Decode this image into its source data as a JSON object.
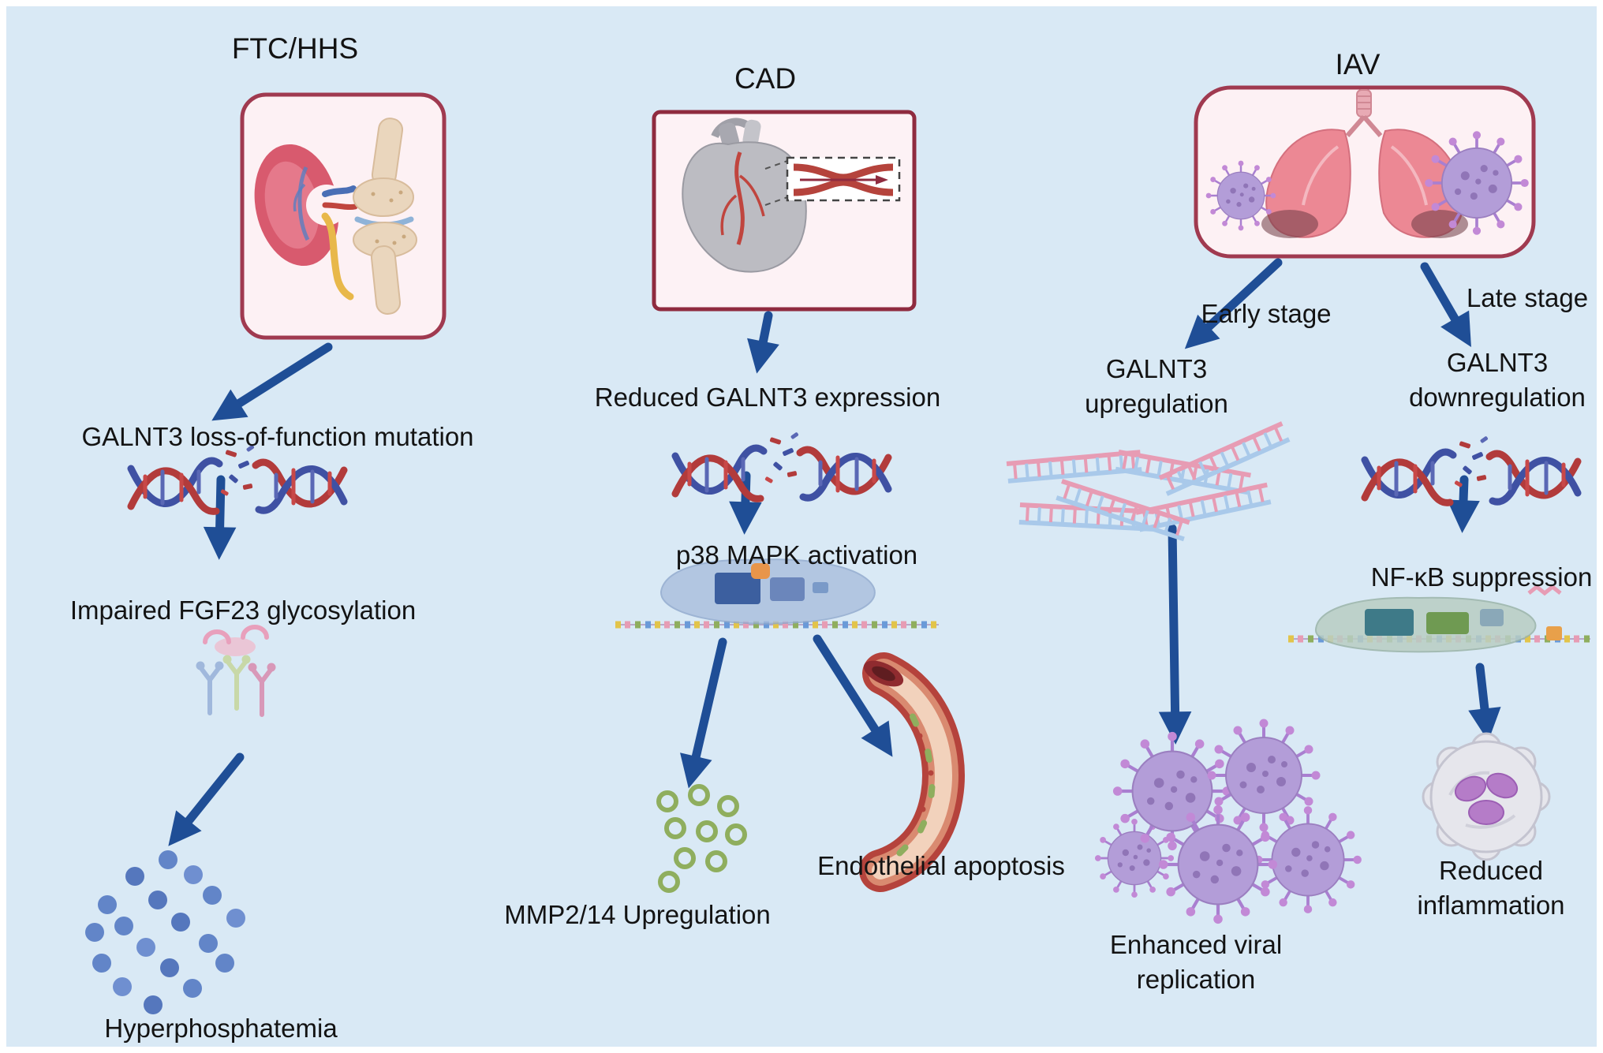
{
  "figure": {
    "background_color": "#d9e9f5",
    "arrow_color": "#1f4e96",
    "panel_border_color": "#9e3248",
    "panel_fill_color": "#fdf1f4"
  },
  "ftc": {
    "title": "FTC/HHS",
    "mutation": "GALNT3 loss-of-function mutation",
    "glycosylation": "Impaired FGF23 glycosylation",
    "outcome": "Hyperphosphatemia"
  },
  "cad": {
    "title": "CAD",
    "expression": "Reduced GALNT3 expression",
    "mapk": "p38 MAPK activation",
    "mmp": "MMP2/14 Upregulation",
    "apoptosis": "Endothelial apoptosis"
  },
  "iav": {
    "title": "IAV",
    "early": "Early stage",
    "late": "Late stage",
    "upregulation": "GALNT3 upregulation",
    "downregulation": "GALNT3 downregulation",
    "nfkb": "NF-κB suppression",
    "replication": "Enhanced viral replication",
    "inflammation": "Reduced inflammation"
  },
  "icons": {
    "kidney-joint-illustration": "kidney and bone joint",
    "heart-stenosis-illustration": "heart with narrowed vessel inset",
    "lungs-virus-illustration": "lungs with influenza virions",
    "broken-dna-icon": "fragmented double helix",
    "fgf23-protein-icon": "glycoprotein glyphs",
    "phosphate-dots-icon": "blue phosphate particles",
    "cell-membrane-icon": "cell with signaling proteins",
    "mmp-dots-icon": "green enzyme rings",
    "vessel-apoptosis-icon": "blood vessel with apoptotic bodies",
    "rna-duplex-icon": "RNA duplex strands",
    "virus-cluster-icon": "influenza virion cluster",
    "immune-cell-icon": "immune cell with lobed nucleus"
  }
}
